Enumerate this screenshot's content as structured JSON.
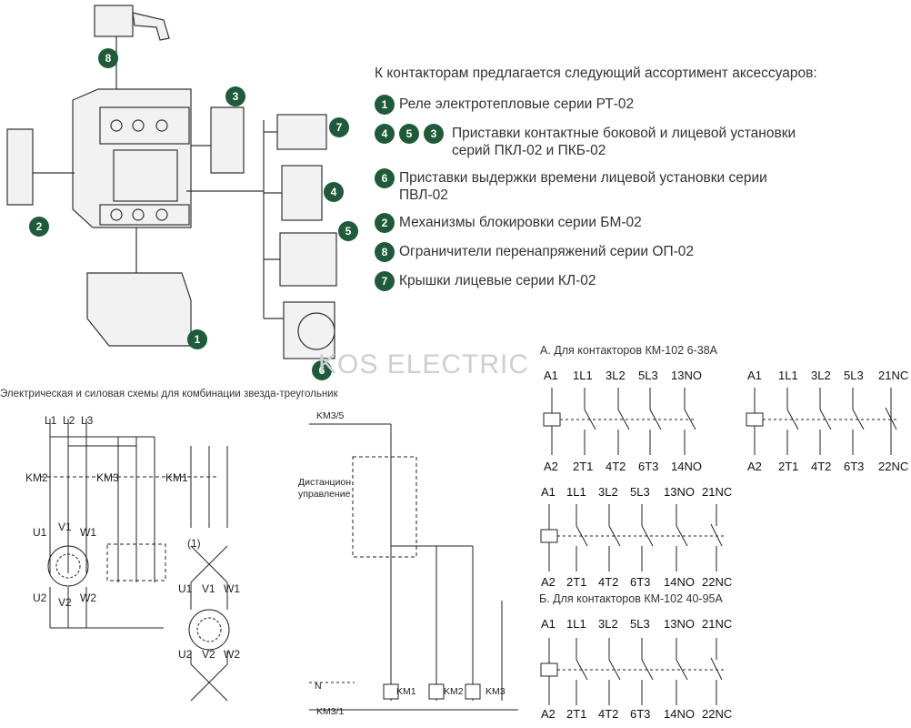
{
  "accessories": {
    "title": "К контакторам предлагается следующий ассортимент аксессуаров:",
    "items": [
      {
        "badges": [
          "1"
        ],
        "text": "Реле электротепловые серии РТ-02"
      },
      {
        "badges": [
          "4",
          "5",
          "3"
        ],
        "text": "Приставки контактные боковой и лицевой установки серий ПКЛ-02 и ПКБ-02"
      },
      {
        "badges": [
          "6"
        ],
        "text": "Приставки выдержки времени лицевой установки серии ПВЛ-02"
      },
      {
        "badges": [
          "2"
        ],
        "text": "Механизмы блокировки серии БМ-02"
      },
      {
        "badges": [
          "8"
        ],
        "text": "Ограничители перенапряжений серии ОП-02"
      },
      {
        "badges": [
          "7"
        ],
        "text": "Крышки лицевые серии КЛ-02"
      }
    ]
  },
  "photo_badges": [
    "8",
    "3",
    "7",
    "4",
    "5",
    "2",
    "1",
    "6"
  ],
  "watermark": "KOS ELECTRIC",
  "schemes": {
    "star_delta_title": "Электрическая и силовая схемы для комбинации звезда-треугольник",
    "power": {
      "phases": [
        "L1",
        "L2",
        "L3"
      ],
      "contactors": [
        "KM2",
        "KM3",
        "KM1"
      ],
      "motor1_top": [
        "U1",
        "V1",
        "W1"
      ],
      "motor1_bottom": [
        "U2",
        "V2",
        "W2"
      ],
      "motor2_top": [
        "U1",
        "V1",
        "W1"
      ],
      "motor2_bottom": [
        "U2",
        "V2",
        "W2"
      ],
      "note": "(1)"
    },
    "control": {
      "top_label": "KM3/5",
      "remote_label": "Дистанцион. управление",
      "n_label": "N",
      "bottom_label": "KM3/1",
      "coils": [
        "KM1",
        "KM2",
        "KM3"
      ]
    }
  },
  "contact_schemes": {
    "group_a_title": "А. Для контакторов КМ-102 6-38А",
    "group_b_title": "Б. Для контакторов КМ-102 40-95А",
    "a1": {
      "top": [
        "A1",
        "1L1",
        "3L2",
        "5L3",
        "13NO"
      ],
      "bottom": [
        "A2",
        "2T1",
        "4T2",
        "6T3",
        "14NO"
      ]
    },
    "a2": {
      "top": [
        "A1",
        "1L1",
        "3L2",
        "5L3",
        "21NC"
      ],
      "bottom": [
        "A2",
        "2T1",
        "4T2",
        "6T3",
        "22NC"
      ]
    },
    "a3": {
      "top": [
        "A1",
        "1L1",
        "3L2",
        "5L3",
        "13NO",
        "21NC"
      ],
      "bottom": [
        "A2",
        "2T1",
        "4T2",
        "6T3",
        "14NO",
        "22NC"
      ]
    },
    "b1": {
      "top": [
        "A1",
        "1L1",
        "3L2",
        "5L3",
        "13NO",
        "21NC"
      ],
      "bottom": [
        "A2",
        "2T1",
        "4T2",
        "6T3",
        "14NO",
        "22NC"
      ]
    }
  },
  "colors": {
    "badge": "#1f5a3a",
    "line": "#222222",
    "watermark": "#c9c9c9",
    "spark": "#e8a63a"
  }
}
